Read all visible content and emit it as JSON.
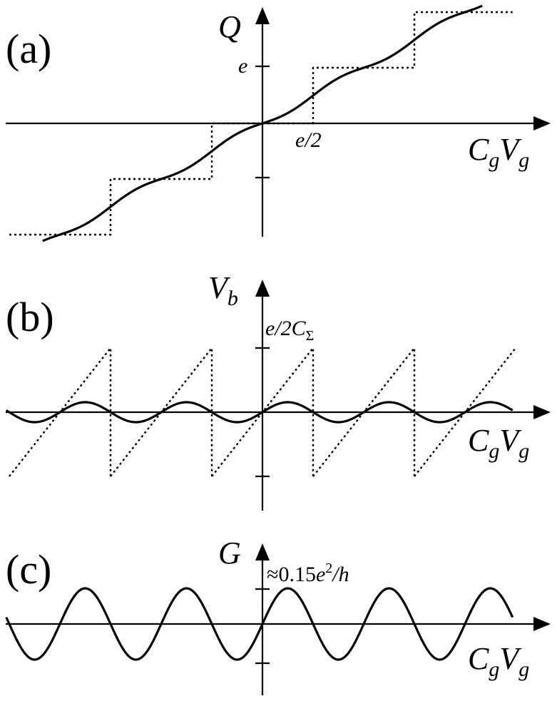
{
  "panels": [
    {
      "label": "(a)",
      "y_axis": {
        "symbol": "Q",
        "subscript": ""
      },
      "x_axis": {
        "main1": "C",
        "sub1": "g",
        "main2": "V",
        "sub2": "g"
      },
      "y_tick_label": "e",
      "x_tick_label": "e/2",
      "curves": [
        {
          "kind": "step",
          "style": "dotted"
        },
        {
          "kind": "smoothed-step",
          "style": "solid"
        }
      ]
    },
    {
      "label": "(b)",
      "y_axis": {
        "symbol": "V",
        "subscript": "b"
      },
      "x_axis": {
        "main1": "C",
        "sub1": "g",
        "main2": "V",
        "sub2": "g"
      },
      "y_tick_label": "e/2C",
      "y_tick_subscript": "Σ",
      "curves": [
        {
          "kind": "sawtooth",
          "style": "dotted"
        },
        {
          "kind": "small-sine",
          "style": "solid"
        }
      ]
    },
    {
      "label": "(c)",
      "y_axis": {
        "symbol": "G",
        "subscript": ""
      },
      "x_axis": {
        "main1": "C",
        "sub1": "g",
        "main2": "V",
        "sub2": "g"
      },
      "y_tick_label_prefix": "≈0.15",
      "y_tick_label_var": "e",
      "y_tick_label_sup": "2",
      "y_tick_label_suffix": "/h",
      "curves": [
        {
          "kind": "sine",
          "style": "solid"
        }
      ]
    }
  ]
}
